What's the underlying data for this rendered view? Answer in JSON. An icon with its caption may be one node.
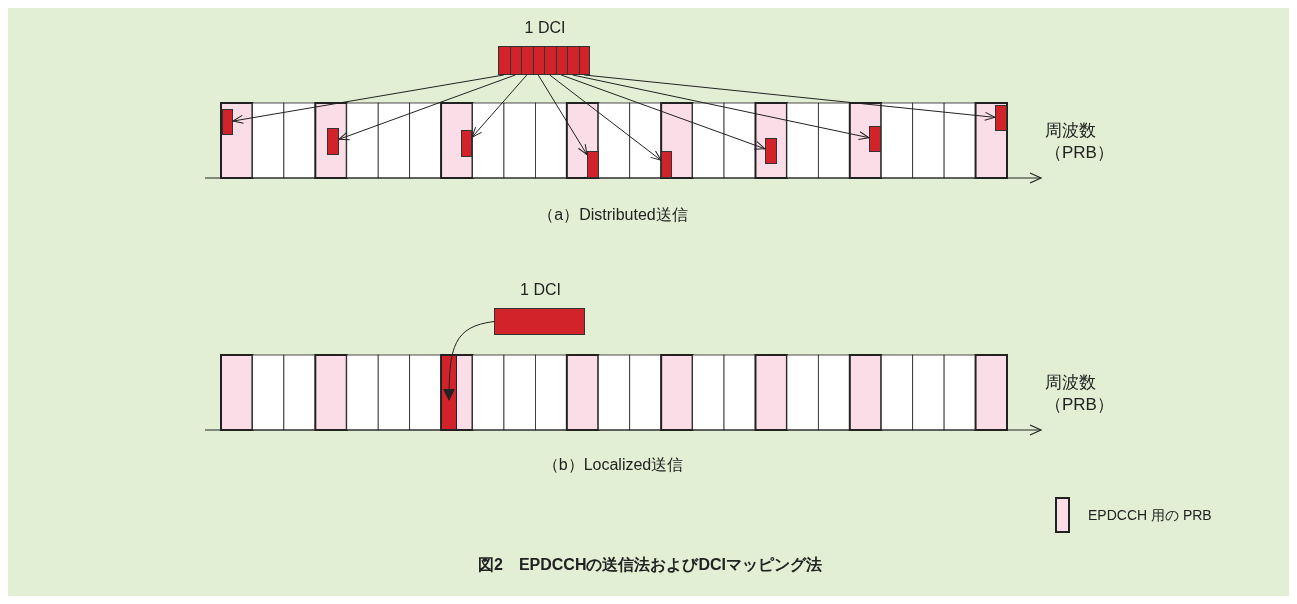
{
  "diagram": {
    "caption": "図2　EPDCCHの送信法およびDCIマッピング法",
    "nodes": [
      {
        "text": [
          "1 DCI"
        ]
      },
      {
        "text": [],
        "shape": "box"
      },
      {
        "text": [],
        "shape": "box"
      },
      {
        "text": [],
        "shape": "box"
      },
      {
        "text": [],
        "shape": "box"
      },
      {
        "text": [],
        "shape": "box"
      },
      {
        "text": [],
        "shape": "box"
      },
      {
        "text": [],
        "shape": "box"
      },
      {
        "text": [],
        "shape": "box"
      },
      {
        "text": [
          "1 DCI"
        ]
      },
      {
        "text": [],
        "shape": "bar"
      }
    ],
    "edges": [
      {
        "from": 0,
        "to": 1,
        "arrow": "to"
      },
      {
        "from": 0,
        "to": 2,
        "arrow": "to"
      },
      {
        "from": 0,
        "to": 3,
        "arrow": "to"
      },
      {
        "from": 0,
        "to": 4,
        "arrow": "to"
      },
      {
        "from": 0,
        "to": 5,
        "arrow": "to"
      },
      {
        "from": 0,
        "to": 6,
        "arrow": "to"
      },
      {
        "from": 0,
        "to": 7,
        "arrow": "to"
      },
      {
        "from": 0,
        "to": 8,
        "arrow": "to"
      },
      {
        "from": 9,
        "to": 10,
        "arrow": "to"
      }
    ],
    "labels": [
      "周波数（PRB）",
      "（a）Distributed送信",
      "周波数（PRB）",
      "（b）Localized送信"
    ],
    "legend": [
      {
        "text": "EPDCCH 用の PRB",
        "color": "#fadde6"
      }
    ]
  }
}
